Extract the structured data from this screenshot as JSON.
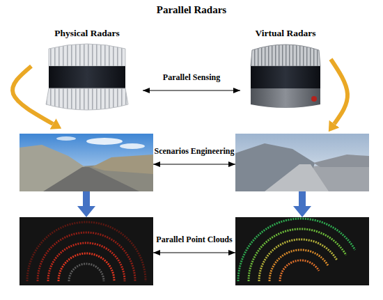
{
  "diagram": {
    "title": "Parallel Radars",
    "nodes": [
      {
        "text": [
          "Physical Radars"
        ]
      },
      {
        "text": [
          "Virtual Radars"
        ]
      },
      {
        "text": []
      },
      {
        "text": []
      },
      {
        "text": []
      },
      {
        "text": []
      }
    ],
    "edges": [
      {
        "from": 0,
        "to": 1,
        "label": "Parallel Sensing",
        "arrow": "both"
      },
      {
        "from": 0,
        "to": 2,
        "arrow": "to"
      },
      {
        "from": 1,
        "to": 3,
        "arrow": "to"
      },
      {
        "from": 2,
        "to": 3,
        "label": "Scenarios Engineering",
        "arrow": "both"
      },
      {
        "from": 2,
        "to": 4,
        "arrow": "to"
      },
      {
        "from": 3,
        "to": 5,
        "arrow": "to"
      },
      {
        "from": 4,
        "to": 5,
        "label": "Parallel Point Clouds",
        "arrow": "both"
      }
    ]
  }
}
